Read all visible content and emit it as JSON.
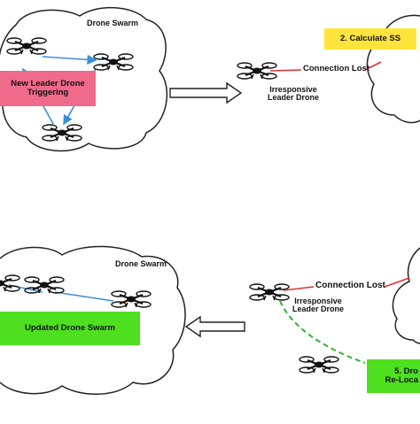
{
  "top_left": {
    "title": "Drone Swarm",
    "action_box": {
      "line1": "New Leader Drone",
      "line2": "Triggering",
      "color": "#f06a8a"
    }
  },
  "top_right": {
    "step_box": {
      "text": "2. Calculate SS",
      "color": "#ffe53b"
    },
    "connection_lost": "Connection Lost",
    "leader_label": {
      "line1": "Irresponsive",
      "line2": "Leader Drone"
    }
  },
  "bottom_left": {
    "title": "Drone Swarm",
    "result_box": {
      "text": "Updated Drone Swarm",
      "color": "#4ee01f"
    }
  },
  "bottom_right": {
    "connection_lost": "Connection Lost",
    "leader_label": {
      "line1": "Irresponsive",
      "line2": "Leader Drone"
    },
    "step_box": {
      "line1": "5. Dro",
      "line2": "Re-Loca",
      "color": "#4ee01f"
    }
  },
  "colors": {
    "link": "#3b8fd9",
    "lost_link": "#e03030",
    "path": "#2fb52f",
    "cloud_stroke": "#222222"
  }
}
